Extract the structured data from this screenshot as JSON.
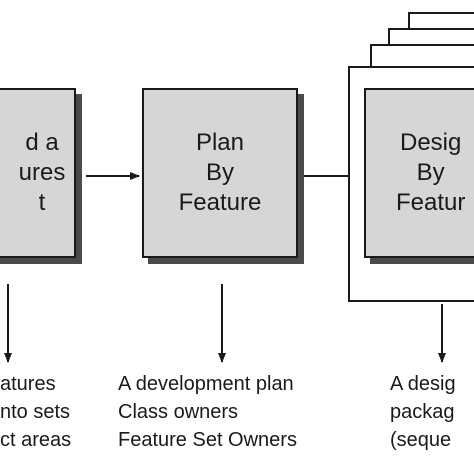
{
  "diagram": {
    "processes": [
      {
        "id": "build-features-list",
        "label": "d a\nures\nt"
      },
      {
        "id": "plan-by-feature",
        "label": "Plan\nBy\nFeature"
      },
      {
        "id": "design-by-feature",
        "label": "Desig\nBy\nFeatur"
      }
    ],
    "outputs": [
      {
        "id": "features-list-output",
        "lines": [
          "atures",
          "nto sets",
          "ct areas"
        ]
      },
      {
        "id": "plan-by-feature-output",
        "lines": [
          "A development plan",
          "Class owners",
          "Feature Set Owners"
        ]
      },
      {
        "id": "design-by-feature-output",
        "lines": [
          "A desig",
          "packag",
          "(seque"
        ]
      }
    ]
  },
  "colors": {
    "box_fill": "#d6d6d6",
    "line": "#1a1a1a",
    "shadow": "#4a4a4a"
  }
}
